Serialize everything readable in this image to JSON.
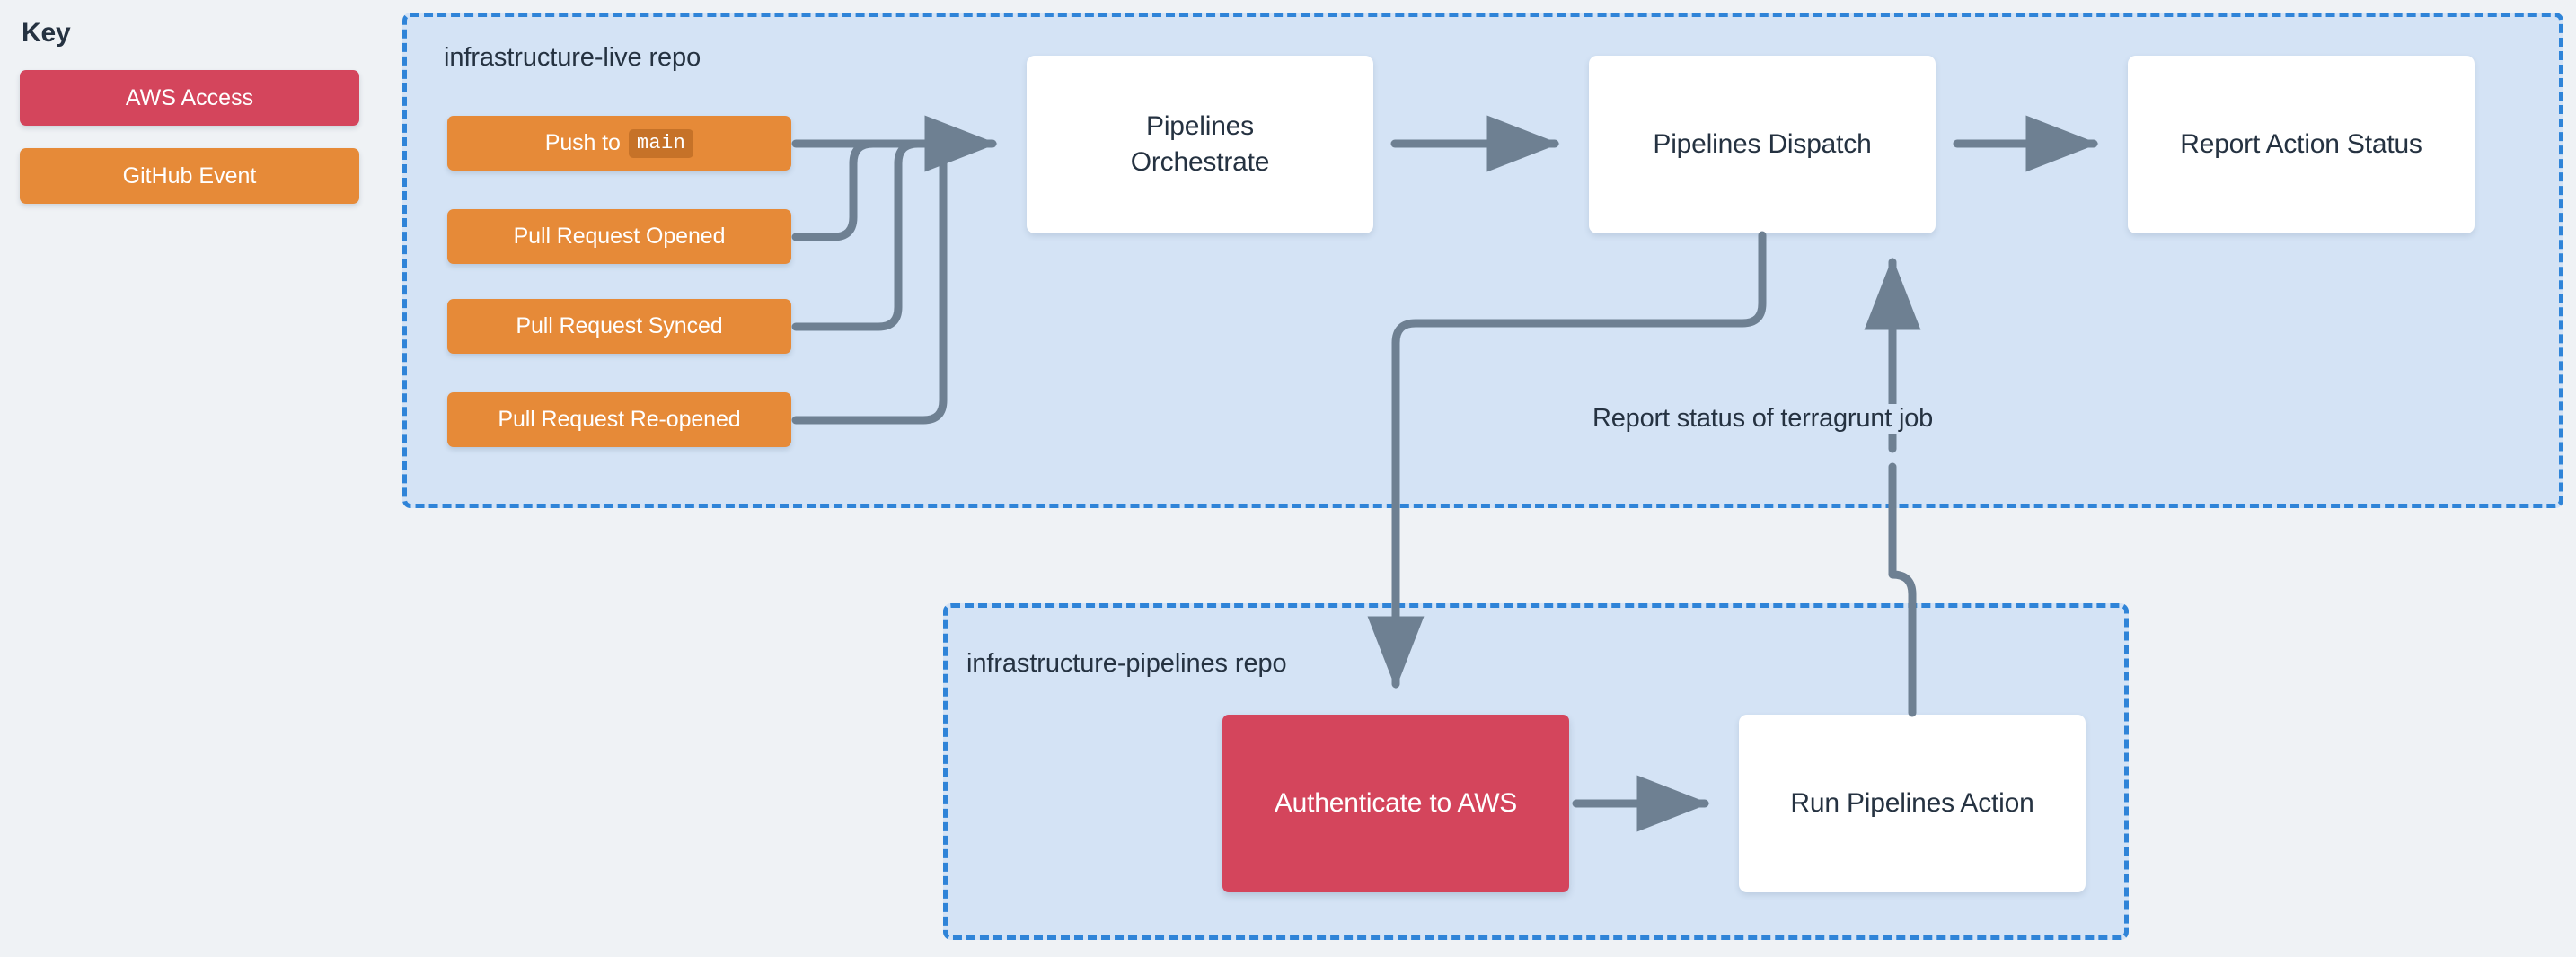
{
  "key": {
    "title": "Key",
    "items": [
      {
        "label": "AWS Access",
        "color": "#d4455c"
      },
      {
        "label": "GitHub Event",
        "color": "#e68a38"
      }
    ]
  },
  "groups": [
    {
      "id": "infrastructure-live",
      "label": "infrastructure-live repo"
    },
    {
      "id": "infrastructure-pipelines",
      "label": "infrastructure-pipelines repo"
    }
  ],
  "events": [
    {
      "label": "Push to",
      "code": "main"
    },
    {
      "label": "Pull Request Opened",
      "code": ""
    },
    {
      "label": "Pull Request Synced",
      "code": ""
    },
    {
      "label": "Pull Request Re-opened",
      "code": ""
    }
  ],
  "processes": {
    "orchestrate_line1": "Pipelines",
    "orchestrate_line2": "Orchestrate",
    "dispatch": "Pipelines Dispatch",
    "report_action_status": "Report Action Status",
    "authenticate": "Authenticate to AWS",
    "run_pipelines_action": "Run Pipelines Action"
  },
  "edges": {
    "report_status": "Report status of terragrunt job"
  },
  "colors": {
    "page_background": "#eff2f5",
    "group_fill": "#d4e3f5",
    "group_border": "#2f84d8",
    "event": "#e68a38",
    "aws": "#d4455c",
    "process": "#ffffff",
    "connector": "#6e8092",
    "text": "#253241"
  }
}
